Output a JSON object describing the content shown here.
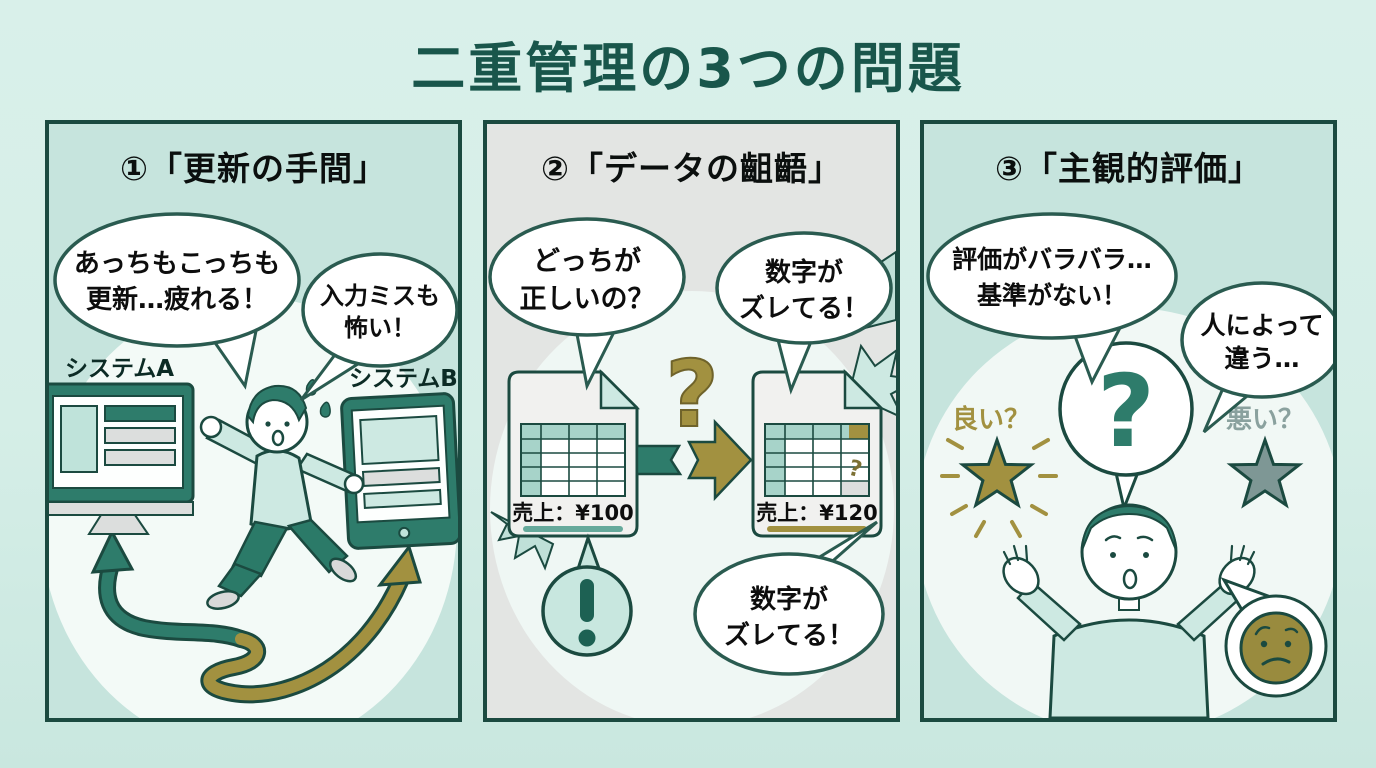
{
  "title": "二重管理の3つの問題",
  "colors": {
    "background": "#d7efe9",
    "dark_teal": "#19564b",
    "panel_border": "#1b4a40",
    "panel_mint": "#c6e4dd",
    "panel_gray": "#e3e5e3",
    "teal_accent": "#2e7c6b",
    "gold_accent": "#a29140",
    "gray_star": "#7e9795",
    "bubble_outline": "#2a5b50"
  },
  "icons": {
    "question_bubble": "question-mark",
    "exclamation_badge": "exclamation-mark",
    "good_star": "star",
    "bad_star": "star",
    "confused_face": "worried-emoji",
    "update_arrows": "winding-double-arrow",
    "broken_arrow": "split-arrow"
  },
  "panel1": {
    "header": "①「更新の手間」",
    "bubble_left": {
      "line1": "あっちもこっちも",
      "line2": "更新…疲れる！"
    },
    "bubble_right": {
      "line1": "入力ミスも",
      "line2": "怖い！"
    },
    "system_a": "システムA",
    "system_b": "システムB"
  },
  "panel2": {
    "header": "②「データの齟齬」",
    "bubble_left": {
      "line1": "どっちが",
      "line2": "正しいの？"
    },
    "bubble_right": {
      "line1": "数字が",
      "line2": "ズレてる！"
    },
    "question_mark": "?",
    "doc_left": {
      "caption": "売上：¥100"
    },
    "doc_right": {
      "caption": "売上：¥120",
      "cell_question": "?"
    },
    "bubble_bottom": {
      "line1": "数字が",
      "line2": "ズレてる！"
    }
  },
  "panel3": {
    "header": "③「主観的評価」",
    "bubble_left": {
      "line1": "評価がバラバラ…",
      "line2": "基準がない！"
    },
    "bubble_right": {
      "line1": "人によって",
      "line2": "違う…"
    },
    "label_good": "良い？",
    "label_bad": "悪い？",
    "question_mark": "?"
  }
}
